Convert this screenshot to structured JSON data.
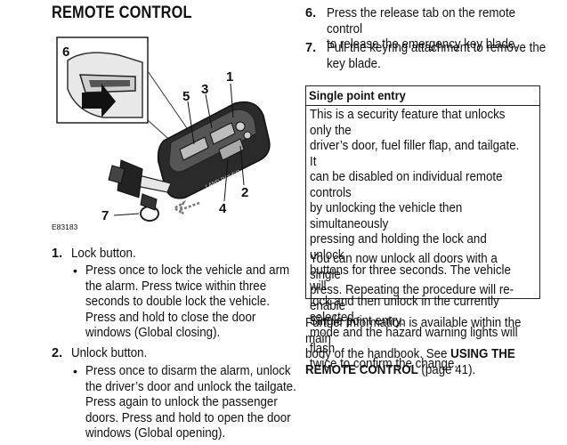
{
  "heading": "REMOTE CONTROL",
  "figure": {
    "code": "E83183",
    "callouts": [
      "1",
      "2",
      "3",
      "4",
      "5",
      "6",
      "7"
    ],
    "key_brand_text": "LAND ROVER"
  },
  "left_list": [
    {
      "num": "1.",
      "title": "Lock button.",
      "bullet_lines": [
        "Press once to lock the vehicle and arm",
        "the alarm. Press twice within three",
        "seconds to double lock the vehicle.",
        "Press and hold to close the door",
        "windows (Global closing)."
      ]
    },
    {
      "num": "2.",
      "title": "Unlock button.",
      "bullet_lines": [
        "Press once to disarm the alarm, unlock",
        "the driver’s door and unlock the tailgate.",
        "Press again to unlock the passenger",
        "doors. Press and hold to open the door",
        "windows (Global opening)."
      ]
    }
  ],
  "right_list": [
    {
      "num": "6.",
      "lines": [
        "Press the release tab on the remote control",
        "to release the emergency key blade."
      ]
    },
    {
      "num": "7.",
      "lines": [
        "Pull the keyring attachment to remove the",
        "key blade."
      ]
    }
  ],
  "info_box": {
    "title": "Single point entry",
    "para1_lines": [
      "This is a security feature that unlocks only the",
      "driver’s door, fuel filler flap, and tailgate. It",
      "can be disabled on individual remote controls",
      "by unlocking the vehicle then simultaneously",
      "pressing and holding the lock and unlock",
      "buttons for three seconds. The vehicle will",
      "lock and then unlock in the currently selected",
      "mode and the hazard warning lights will flash",
      "twice to confirm the change."
    ],
    "para2_lines": [
      "You can now unlock all doors with a single",
      "press. Repeating the procedure will re-enable",
      "Single point entry."
    ]
  },
  "further_info": {
    "line1": "Further information is available within the main",
    "line2_prefix": "body of the handbook. See ",
    "line2_bold": "USING THE",
    "line3_bold": "REMOTE CONTROL",
    "line3_suffix": " (page 41)."
  }
}
